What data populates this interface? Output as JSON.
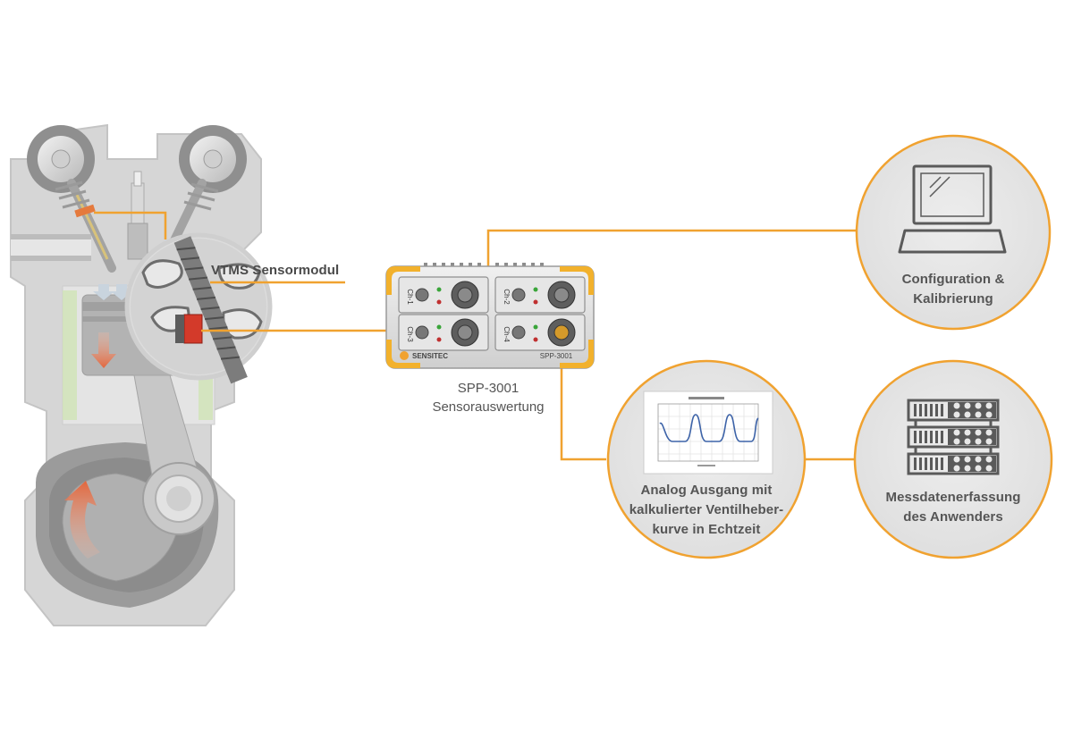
{
  "diagram": {
    "sensor_module_label": "VTMS Sensormodul",
    "device": {
      "brand": "SENSITEC",
      "model_print": "SPP-3001",
      "channels": [
        "Ch-1",
        "Ch-2",
        "Ch-3",
        "Ch-4"
      ],
      "caption_line1": "SPP-3001",
      "caption_line2": "Sensorauswertung"
    },
    "nodes": {
      "config": {
        "line1": "Configuration &",
        "line2": "Kalibrierung",
        "icon": "laptop-icon"
      },
      "analog": {
        "line1": "Analog Ausgang mit",
        "line2": "kalkulierter Ventilheber-",
        "line3": "kurve in Echtzeit",
        "icon": "chart-thumbnail"
      },
      "acquisition": {
        "line1": "Messdatenerfassung",
        "line2": "des Anwenders",
        "icon": "server-rack-icon"
      }
    },
    "colors": {
      "accent": "#f0a230",
      "device_yellow": "#f2b12c",
      "text": "#555555",
      "circle_fill": "#e6e6e6",
      "engine": "#c9c9c9"
    }
  }
}
